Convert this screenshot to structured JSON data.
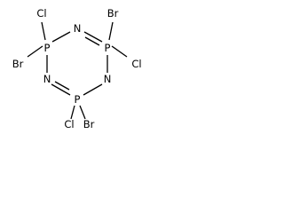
{
  "molecule": {
    "atoms": {
      "p1": "P",
      "n1": "N",
      "p2": "P",
      "n2": "N",
      "p3": "P",
      "n3": "N",
      "p1_cl": "Cl",
      "p1_br": "Br",
      "p2_br": "Br",
      "p2_cl": "Cl",
      "p3_cl": "Cl",
      "p3_br": "Br"
    },
    "colors": {
      "ink": "#000000",
      "background": "#ffffff"
    }
  }
}
